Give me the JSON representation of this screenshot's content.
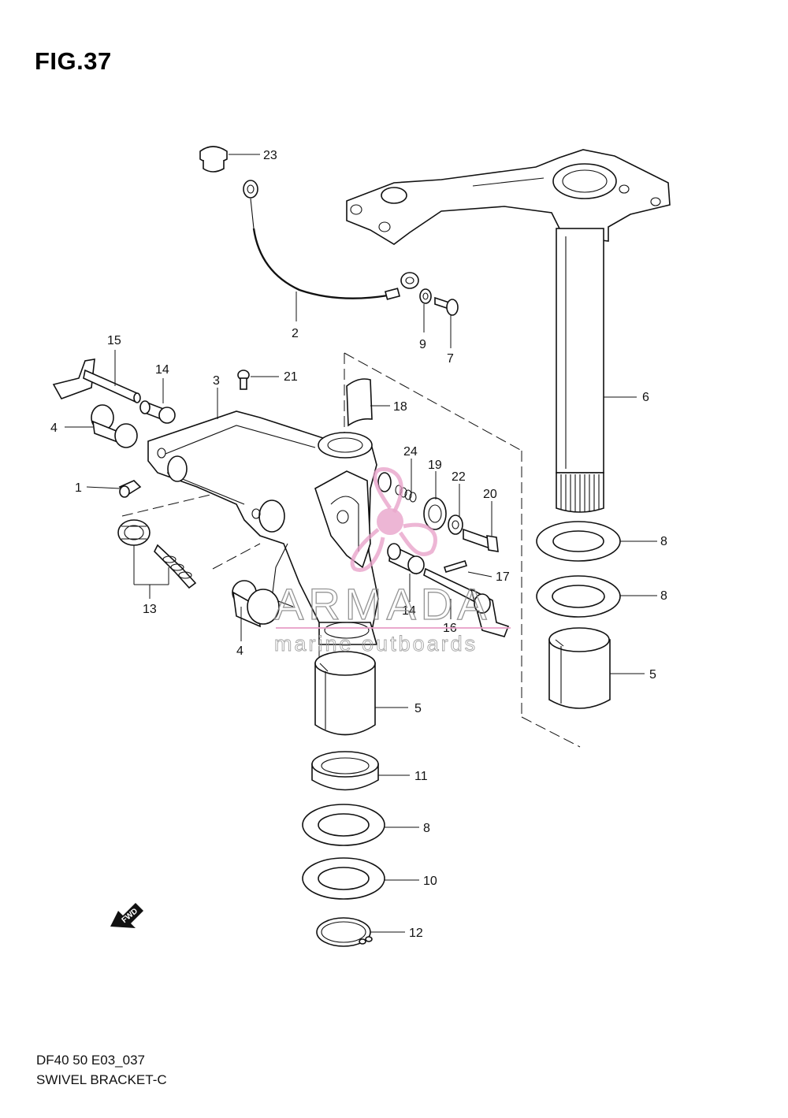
{
  "figure": {
    "title": "FIG.37",
    "code": "DF40 50 E03_037",
    "name": "SWIVEL BRACKET-C"
  },
  "watermark": {
    "brand": "ARMADA",
    "tagline": "marine outboards",
    "color": "#e8a0c8"
  },
  "fwd_label": "FWD",
  "callouts": [
    "23",
    "2",
    "9",
    "7",
    "15",
    "14",
    "3",
    "21",
    "18",
    "6",
    "4",
    "24",
    "19",
    "22",
    "20",
    "1",
    "8",
    "8",
    "17",
    "13",
    "14",
    "16",
    "4",
    "5",
    "5",
    "11",
    "8",
    "10",
    "12"
  ]
}
